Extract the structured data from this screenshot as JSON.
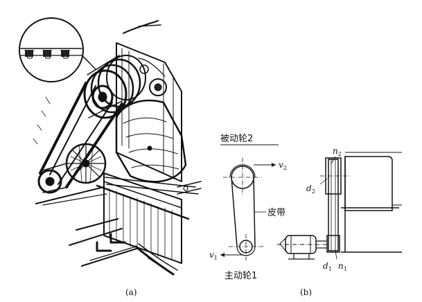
{
  "figure": {
    "panel_a": {
      "caption": "(a)"
    },
    "panel_b": {
      "caption": "(b)",
      "driven_pulley_label": "被动轮2",
      "belt_label": "皮带",
      "driving_pulley_label": "主动轮1",
      "v2_main": "v",
      "v2_sub": "2",
      "v1_main": "v",
      "v1_sub": "1",
      "n2_main": "n",
      "n2_sub": "2",
      "d2_main": "d",
      "d2_sub": "2",
      "d1_main": "d",
      "d1_sub": "1",
      "n1_main": "n",
      "n1_sub": "1"
    }
  }
}
